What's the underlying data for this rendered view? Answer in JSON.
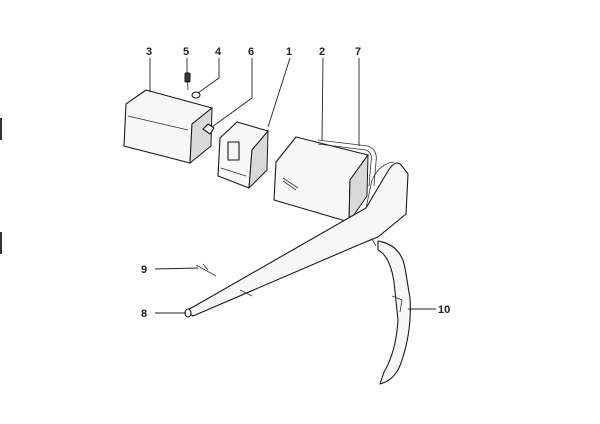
{
  "callouts": [
    {
      "id": "c1",
      "label": "1"
    },
    {
      "id": "c2",
      "label": "2"
    },
    {
      "id": "c3",
      "label": "3"
    },
    {
      "id": "c4",
      "label": "4"
    },
    {
      "id": "c5",
      "label": "5"
    },
    {
      "id": "c6",
      "label": "6"
    },
    {
      "id": "c7",
      "label": "7"
    },
    {
      "id": "c8",
      "label": "8"
    },
    {
      "id": "c9",
      "label": "9"
    },
    {
      "id": "c10",
      "label": "10"
    }
  ],
  "colors": {
    "background": "#ffffff",
    "line": "#1a1a1a",
    "panel_fill": "#f7f7f7",
    "shade_fill": "#d9d9d9"
  }
}
